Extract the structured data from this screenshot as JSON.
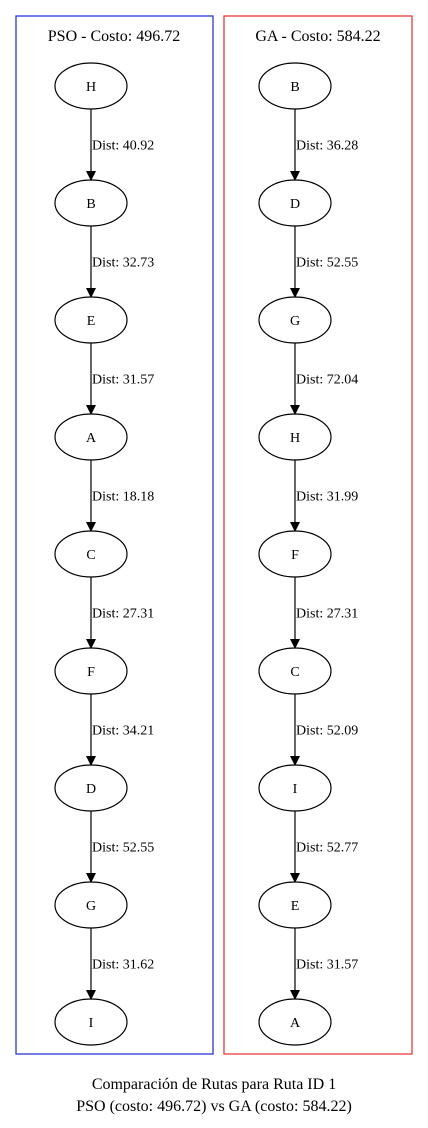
{
  "colors": {
    "pso_border": "#2b35d6",
    "ga_border": "#e83c3c",
    "line": "#000000"
  },
  "clusters": [
    {
      "title": "PSO - Costo: 496.72",
      "color_key": "pso_border",
      "nodes": [
        "H",
        "B",
        "E",
        "A",
        "C",
        "F",
        "D",
        "G",
        "I"
      ],
      "edges": [
        "Dist: 40.92",
        "Dist: 32.73",
        "Dist: 31.57",
        "Dist: 18.18",
        "Dist: 27.31",
        "Dist: 34.21",
        "Dist: 52.55",
        "Dist: 31.62"
      ]
    },
    {
      "title": "GA - Costo: 584.22",
      "color_key": "ga_border",
      "nodes": [
        "B",
        "D",
        "G",
        "H",
        "F",
        "C",
        "I",
        "E",
        "A"
      ],
      "edges": [
        "Dist: 36.28",
        "Dist: 52.55",
        "Dist: 72.04",
        "Dist: 31.99",
        "Dist: 27.31",
        "Dist: 52.09",
        "Dist: 52.77",
        "Dist: 31.57"
      ]
    }
  ],
  "caption": {
    "line1": "Comparación de Rutas para Ruta ID 1",
    "line2": "PSO (costo: 496.72) vs GA (costo: 584.22)"
  }
}
